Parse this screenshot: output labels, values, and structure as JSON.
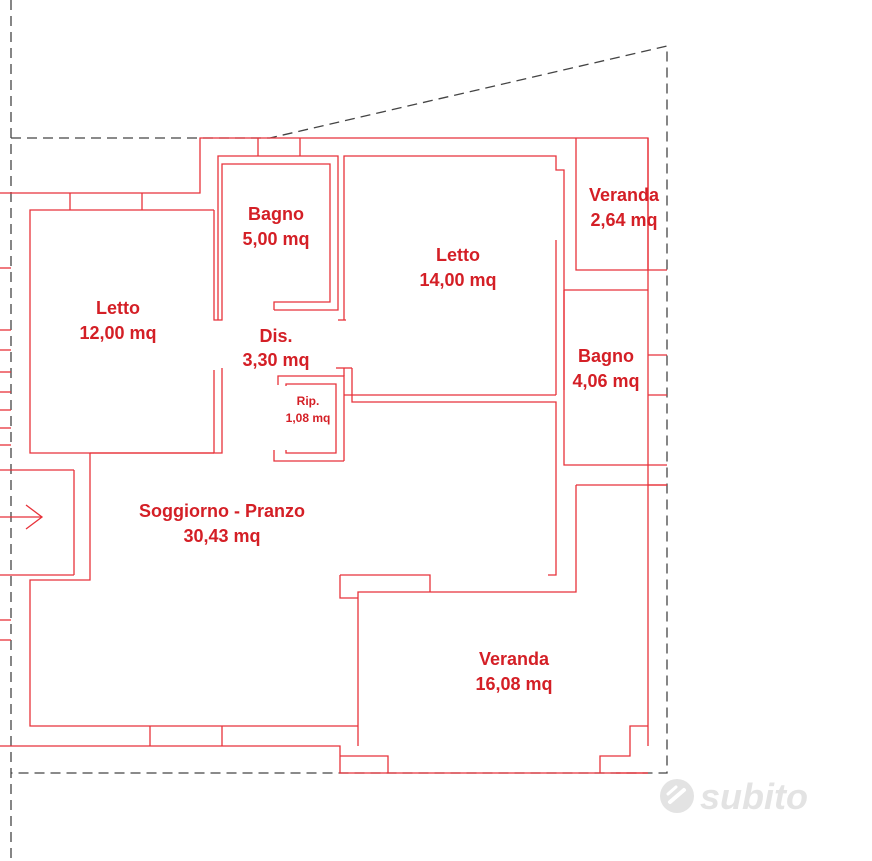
{
  "rooms": {
    "letto_left": {
      "name": "Letto",
      "area": "12,00 mq"
    },
    "bagno_top": {
      "name": "Bagno",
      "area": "5,00 mq"
    },
    "letto_center": {
      "name": "Letto",
      "area": "14,00 mq"
    },
    "veranda_top": {
      "name": "Veranda",
      "area": "2,64 mq"
    },
    "dis": {
      "name": "Dis.",
      "area": "3,30 mq"
    },
    "bagno_right": {
      "name": "Bagno",
      "area": "4,06 mq"
    },
    "rip": {
      "name": "Rip.",
      "area": "1,08 mq"
    },
    "soggiorno": {
      "name": "Soggiorno - Pranzo",
      "area": "30,43 mq"
    },
    "veranda_big": {
      "name": "Veranda",
      "area": "16,08 mq"
    }
  },
  "watermark": {
    "text": "subito",
    "icon": "subito-logo-icon"
  },
  "colors": {
    "walls": "#e8323a",
    "labels": "#d41f26",
    "boundary": "#444444",
    "watermark": "#e3e3e3"
  }
}
